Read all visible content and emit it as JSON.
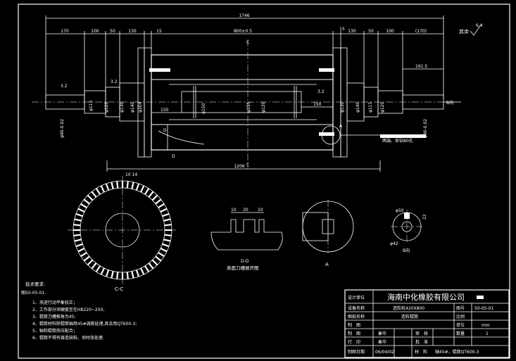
{
  "dims_top": {
    "overall": "1746",
    "d170a": "170",
    "d100a": "100",
    "d50a": "50",
    "d130a": "130",
    "d15a": "15",
    "d800": "800±0.5",
    "d15b": "15",
    "d130b": "130",
    "d50b": "50",
    "d100b": "100",
    "d170b": "(170)"
  },
  "roughness_rest": "其余",
  "roughness_value": "6.4",
  "section_label": "C",
  "dims_side": {
    "len1615": "161.5",
    "ra32a": "3.2",
    "ra32b": "3.2",
    "ra32c": "3.2",
    "len150a": "150",
    "len150b": "150",
    "len1206": "1206",
    "b_dir": "B向"
  },
  "diameters": [
    "φ115",
    "φ120",
    "φ130",
    "φ140",
    "φ204",
    "φ150",
    "φ155",
    "φ120",
    "φ130",
    "φ140",
    "φ115",
    "φ120",
    "φ90-0.02",
    "φ90-0.02"
  ],
  "markers": {
    "d_a": "D",
    "d_b": "D",
    "a": "A"
  },
  "leader_note": "两端、各钻80孔",
  "views": {
    "cc_label": "C-C",
    "dd_label": "D-D",
    "dd_caption": "表面刀槽展开图",
    "dd_w1": "10",
    "dd_w2": "30",
    "dd_w3": "10",
    "a_label": "A",
    "b_label": "B向",
    "b_d50": "φ50",
    "b_d42": "φ42",
    "b_d22": "22",
    "gear_top_dims": "10 14"
  },
  "tech": {
    "title": "技术要求:",
    "drawing_no": "图50-05-01.",
    "items": [
      "1、须进行动平衡校正；",
      "2、工作部分须硬度至在HB220~250;",
      "3、辊筒刀槽推角为45;",
      "4、辊筒材料除辊筒轴用45#调质处理,其余用QT600-3;",
      "5、轴和辊筒热压配合；",
      "6、辊筒不得有铸造缺陷，须时效处理."
    ]
  },
  "title_block": {
    "unit_label": "设计单位",
    "company": "海南中化橡胶有限公司",
    "equip_label": "设备名称",
    "equip_name": "造粒机420X800",
    "drawing_name_label": "图纸名称",
    "drawing_name": "造粒辊筒",
    "no_label": "图号",
    "no_value": "50-05-01",
    "scale_label": "比例",
    "unit2_label": "单位",
    "unit2_value": "mm",
    "qty_label": "数量",
    "qty_value": "1",
    "draw_label": "制　图",
    "draw_name": "秦华",
    "review_label": "审　核",
    "print_label": "打　印",
    "print_name": "秦华",
    "approve_label": "批　准",
    "date_label": "制图日期",
    "date_value": "06/04/02",
    "material_label": "材　料",
    "material_value": "轴45#，辊筒QT600-3",
    "make_label": "制　图"
  }
}
